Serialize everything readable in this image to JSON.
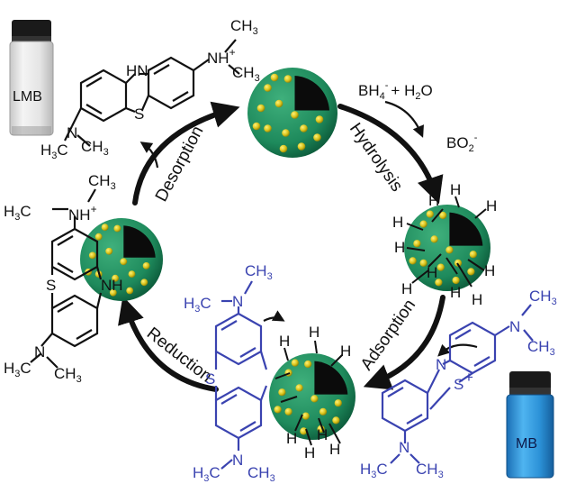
{
  "steps": {
    "desorption": "Desorption",
    "hydrolysis": "Hydrolysis",
    "adsorption": "Adsorption",
    "reduction": "Reduction"
  },
  "reagents": {
    "bh4": "BH",
    "bh4_sub": "4",
    "bh4_sup": "-",
    "plus_water": "+ H",
    "water_sub": "2",
    "water_o": "O",
    "bo2": "BO",
    "bo2_sub": "2",
    "bo2_sup": "-"
  },
  "vials": {
    "lmb": "LMB",
    "mb": "MB"
  },
  "atoms": {
    "H": "H",
    "S": "S",
    "S_plus": "S",
    "N": "N",
    "plus": "+",
    "NH": "NH",
    "HN": "HN",
    "NH_plus": "NH",
    "CH3": "CH",
    "three": "3",
    "H3C": "H",
    "C": "C",
    "N_": "N"
  },
  "colors": {
    "sphere": "#1e8a5c",
    "sphere_dark": "#0c5a3a",
    "dot": "#d8c21a",
    "mb_blue": "#3a43b0",
    "mb_vial": "#2a8fd8"
  }
}
